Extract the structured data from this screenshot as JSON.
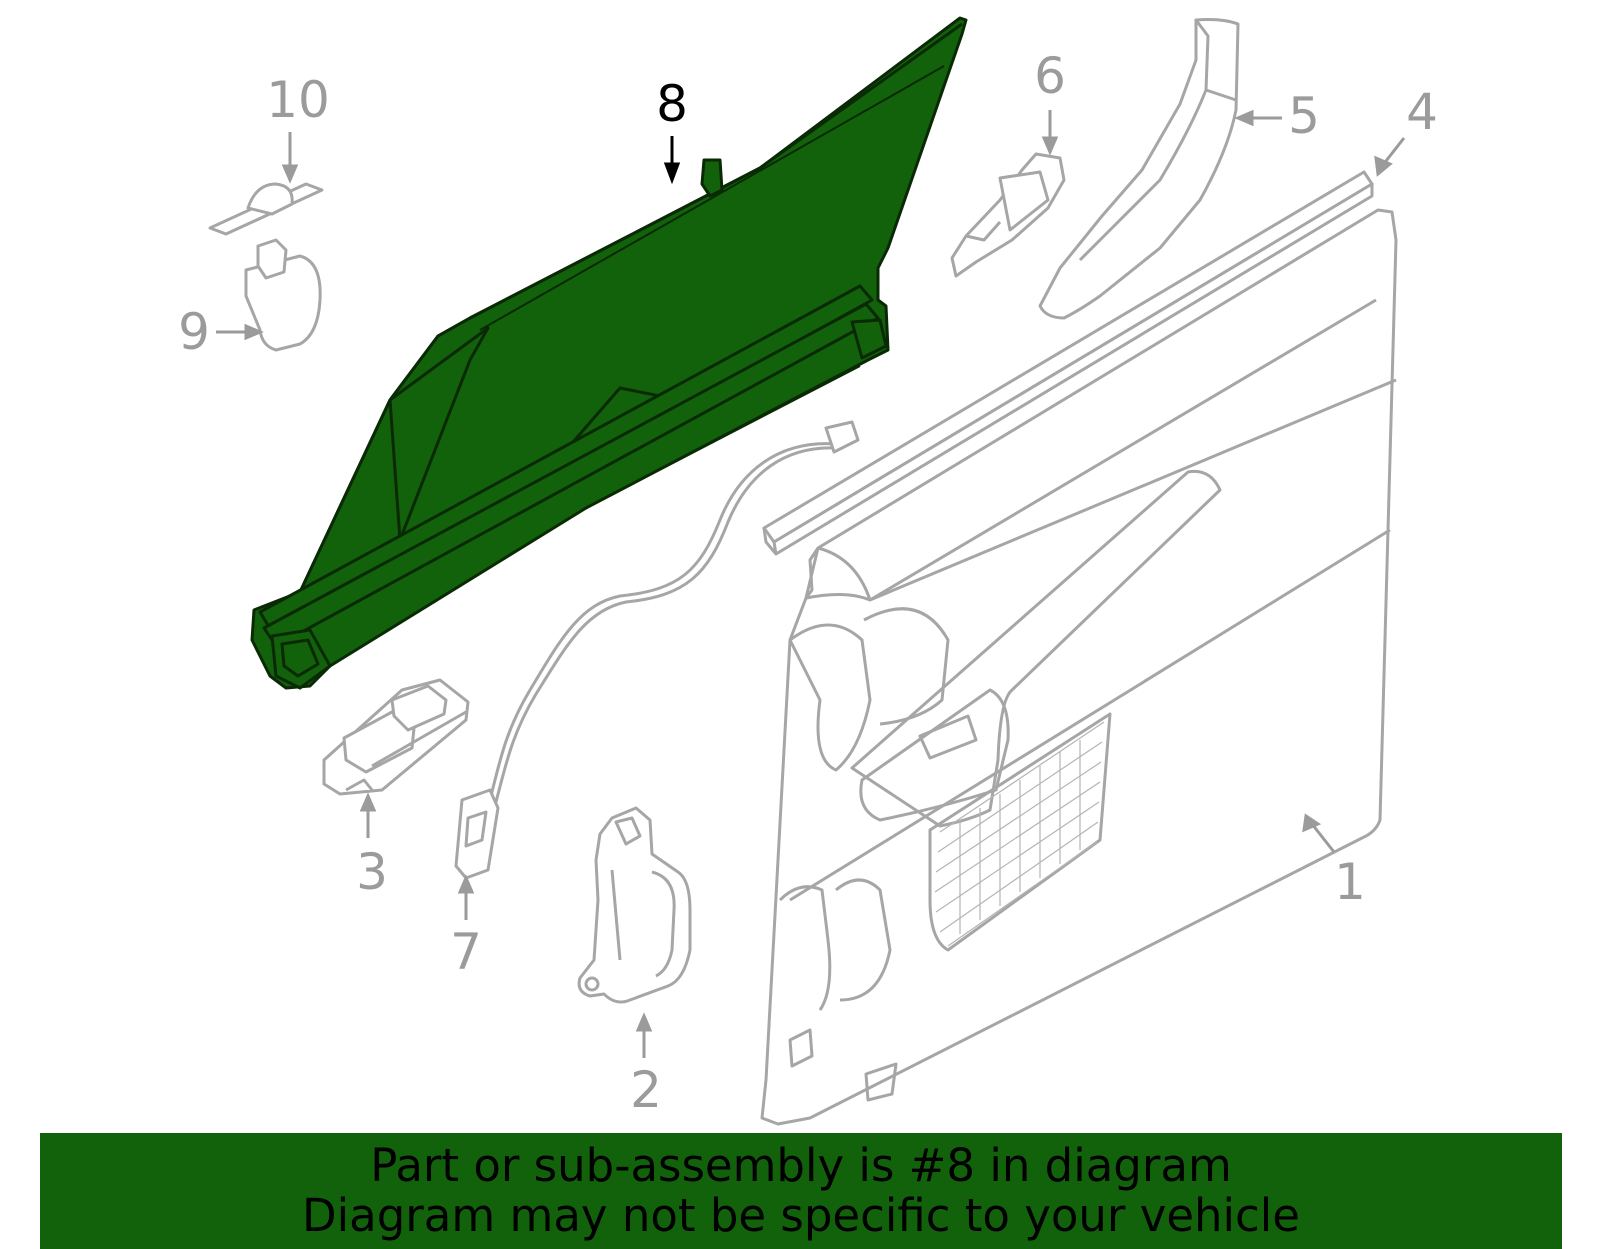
{
  "colors": {
    "highlight_fill": "#12620b",
    "outline": "#a6a6a6",
    "banner_bg": "#12620b",
    "label_gray": "#9b9b9b",
    "label_active": "#000000"
  },
  "highlighted_part": "8",
  "callouts": {
    "p1": "1",
    "p2": "2",
    "p3": "3",
    "p4": "4",
    "p5": "5",
    "p6": "6",
    "p7": "7",
    "p8": "8",
    "p9": "9",
    "p10": "10"
  },
  "banner": {
    "line1": "Part or sub-assembly is #8 in diagram",
    "line2": "Diagram may not be specific to your vehicle"
  }
}
